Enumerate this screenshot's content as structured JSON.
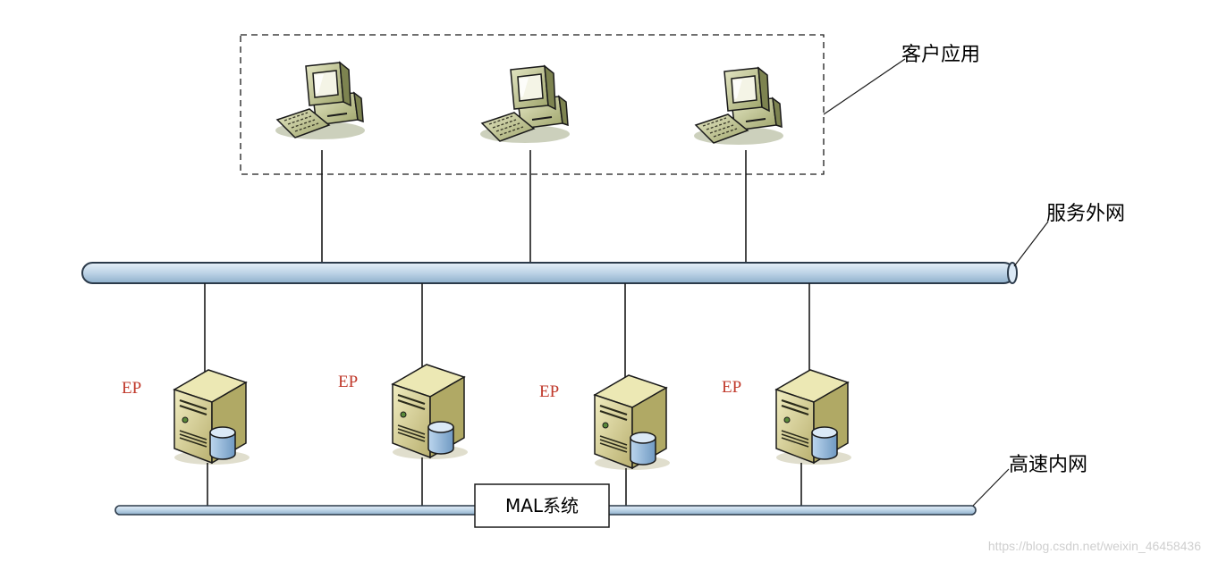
{
  "labels": {
    "client_apps": "客户应用",
    "external_net": "服务外网",
    "internal_net": "高速内网",
    "mal_system": "MAL系统"
  },
  "server_labels": [
    "EP",
    "EP",
    "EP",
    "EP"
  ],
  "watermark": "https://blog.csdn.net/weixin_46458436",
  "colors": {
    "pipe_fill": "#bdd3e6",
    "pipe_stroke": "#2b3a4a",
    "ep_text": "#c0392b",
    "server_body": "#d7d39a",
    "server_side": "#b8b070",
    "monitor_body": "#c9cd9a",
    "watermark": "#cfcfcf"
  },
  "icons": {
    "client": "desktop-computer-icon",
    "server": "database-server-icon"
  }
}
